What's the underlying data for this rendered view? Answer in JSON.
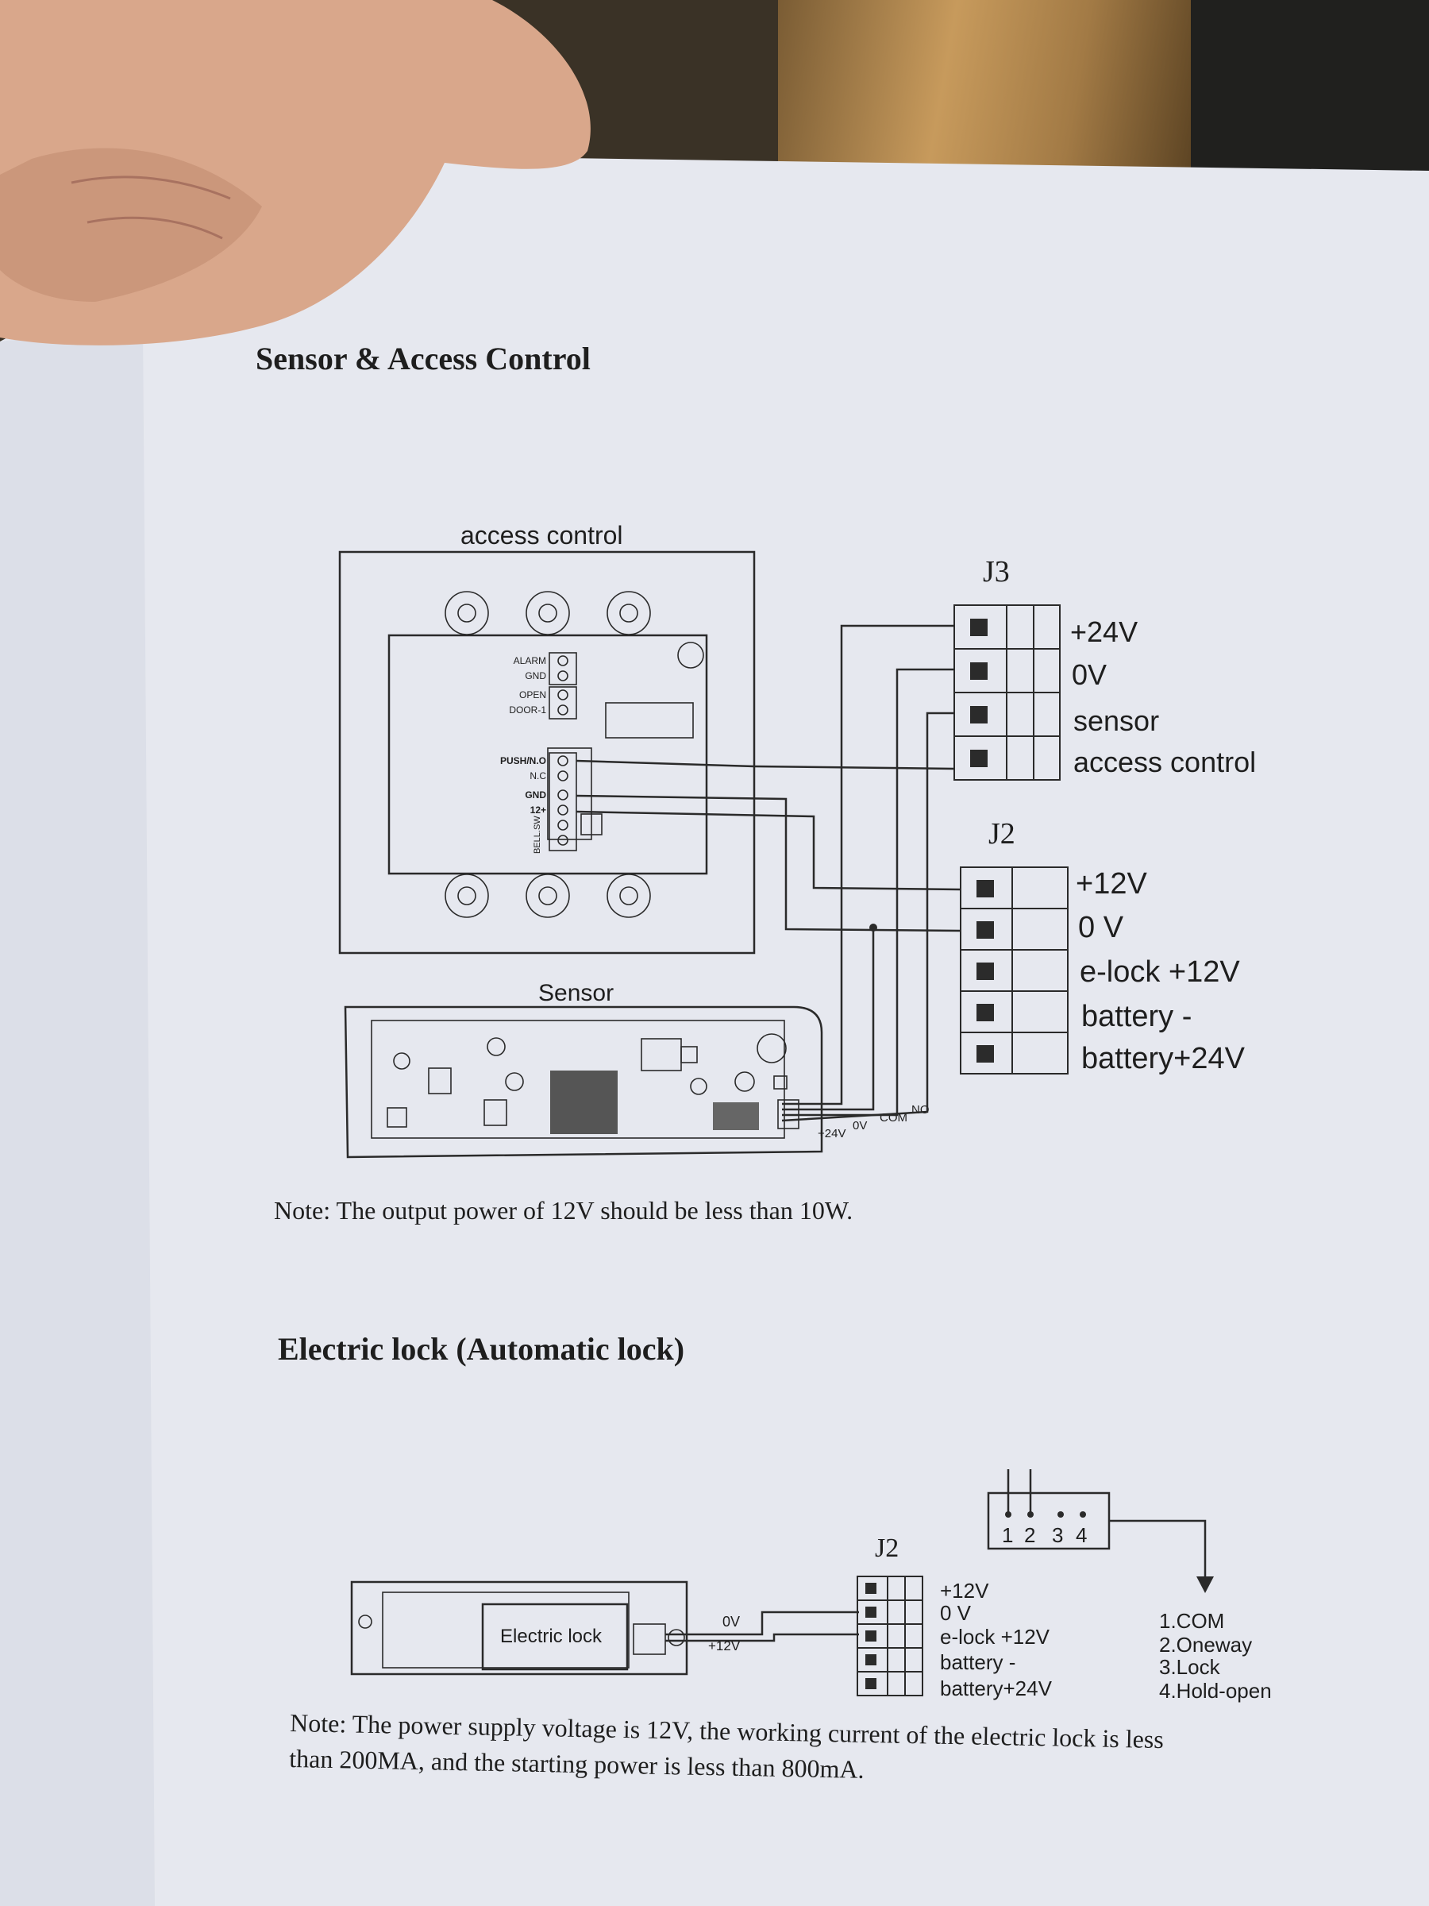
{
  "sections": {
    "sensor_title": "Sensor & Access Control",
    "lock_title": "Electric lock (Automatic lock)"
  },
  "diagram1": {
    "access_label": "access control",
    "sensor_label": "Sensor",
    "board_terminals": [
      "ALARM",
      "GND",
      "OPEN",
      "DOOR-1",
      "PUSH/N.O",
      "N.C",
      "GND",
      "12+",
      "BELL.SW"
    ],
    "sensor_terminals": [
      "+24V",
      "0V",
      "COM",
      "NO"
    ],
    "j3": {
      "name": "J3",
      "labels": [
        "+24V",
        "0V",
        "sensor",
        "access control"
      ]
    },
    "j2": {
      "name": "J2",
      "labels": [
        "+12V",
        "0 V",
        "e-lock +12V",
        "battery -",
        "battery+24V"
      ]
    },
    "note": "Note: The output power of 12V should be less than 10W."
  },
  "diagram2": {
    "lock_label": "Electric lock",
    "wire_labels": [
      "0V",
      "+12V"
    ],
    "j2": {
      "name": "J2",
      "labels": [
        "+12V",
        "0 V",
        "e-lock +12V",
        "battery -",
        "battery+24V"
      ]
    },
    "switch_numbers": [
      "1",
      "2",
      "3",
      "4"
    ],
    "legend": [
      "1.COM",
      "2.Oneway",
      "3.Lock",
      "4.Hold-open"
    ],
    "note_line1": "Note: The power supply voltage is 12V, the working current of the electric lock is less",
    "note_line2": "than 200MA, and the starting power is less than 800mA."
  }
}
